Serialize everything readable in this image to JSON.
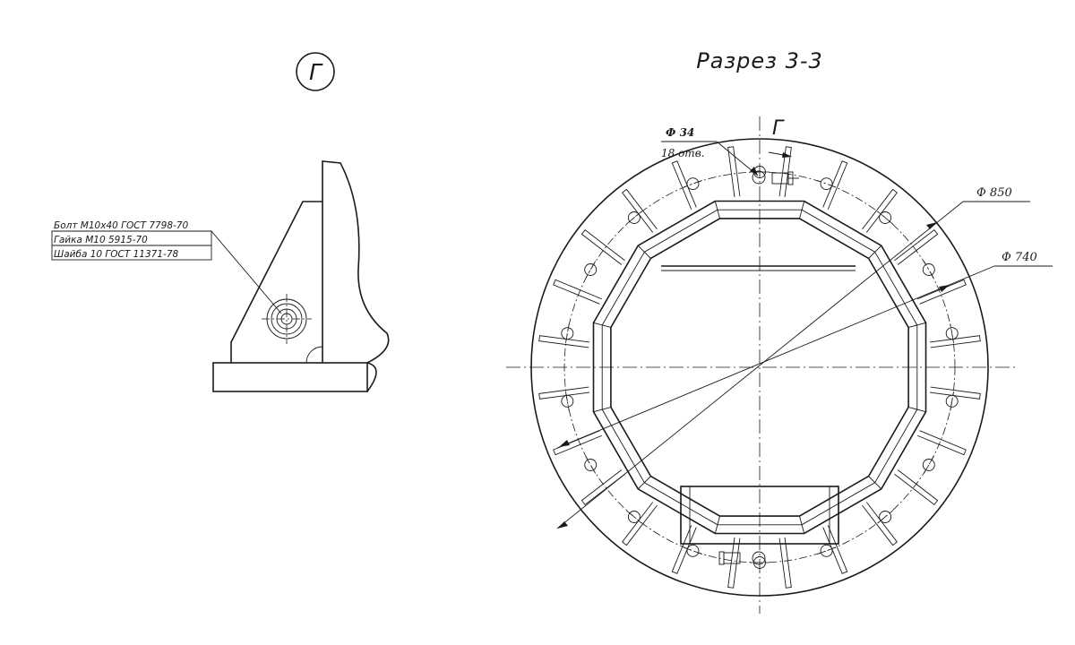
{
  "left_view": {
    "label": "Г",
    "callouts": [
      "Болт М10х40 ГОСТ 7798-70",
      "Гайка М10 5915-70",
      "Шайба 10 ГОСТ 11371-78"
    ]
  },
  "section": {
    "title": "Разрез 3-3",
    "view_mark": "Г",
    "hole_diameter": "Ф 34",
    "hole_count": "18 отв.",
    "dim_outer": "Ф 850",
    "dim_inner": "Ф 740",
    "rib_count": 24,
    "bolt_circle_holes": 18
  }
}
